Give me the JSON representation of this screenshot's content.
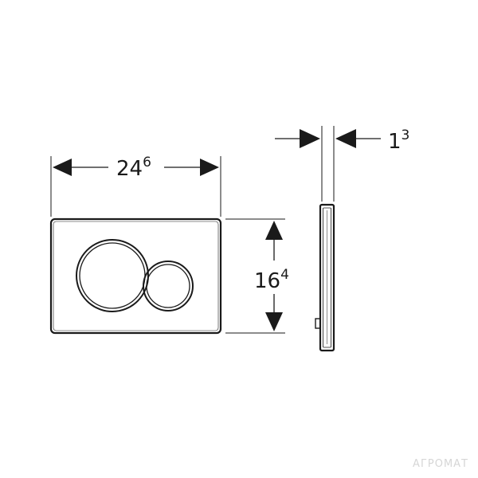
{
  "dimensions": {
    "width": {
      "main": "24",
      "sup": "6"
    },
    "height": {
      "main": "16",
      "sup": "4"
    },
    "thickness": {
      "main": "1",
      "sup": "3"
    }
  },
  "watermark": {
    "text": "АГРОМАТ"
  },
  "colors": {
    "line": "#1a1a1a",
    "watermark": "#d6d6d6"
  }
}
